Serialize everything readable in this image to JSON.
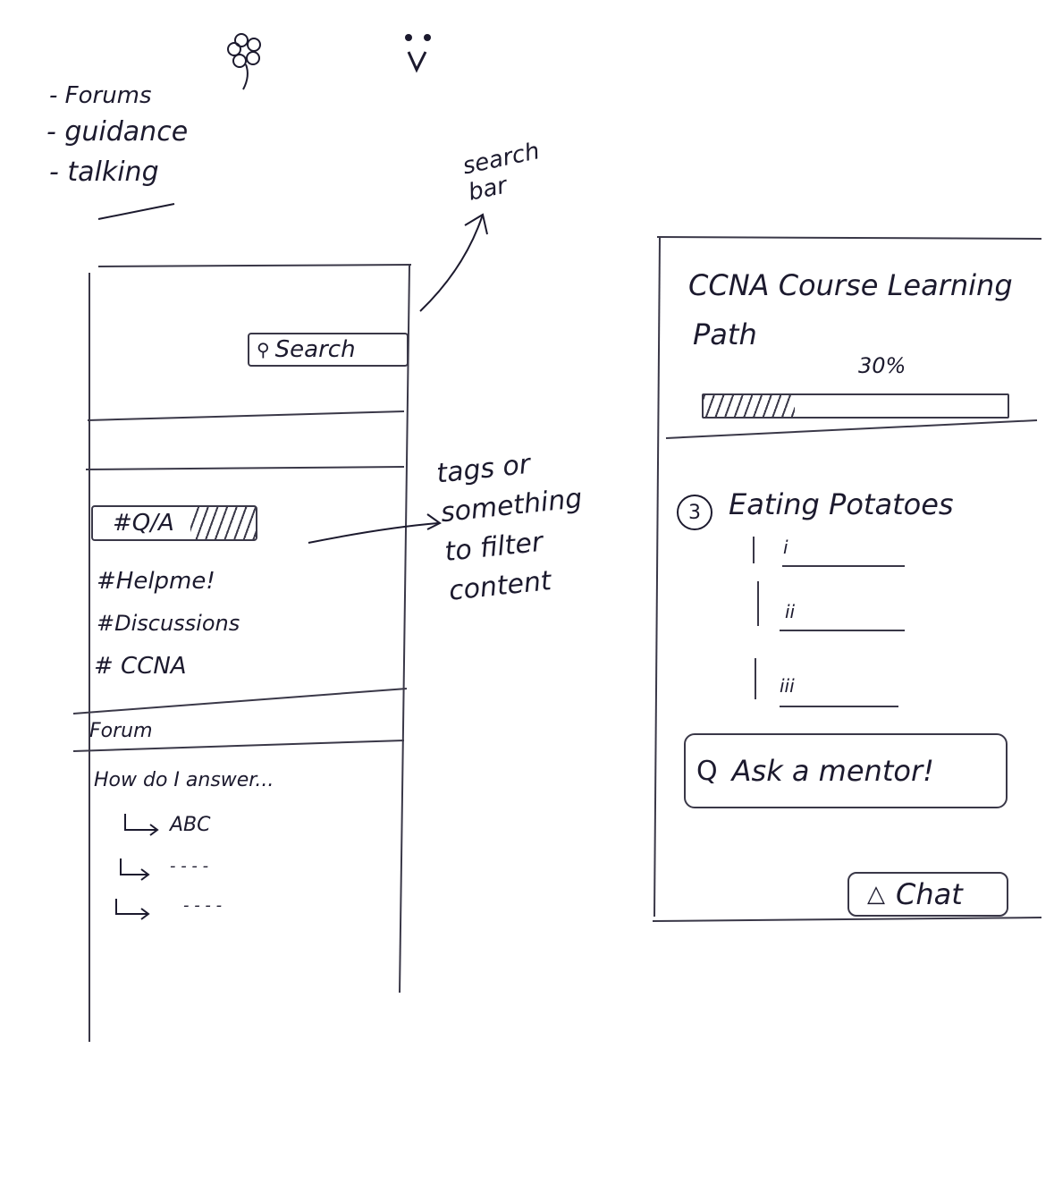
{
  "notes": {
    "items": [
      "- Forums",
      "- guidance",
      "- talking"
    ],
    "search_annotation": "search bar",
    "tags_annotation": [
      "tags or",
      "something",
      "to filter",
      "content"
    ]
  },
  "left_screen": {
    "search_label": "Search",
    "tags": [
      "#Q/A",
      "#Helpme!",
      "#Discussions",
      "# CCNA"
    ],
    "forum_header": "Forum",
    "thread_title": "How do I answer...",
    "replies": [
      "ABC",
      "- - - -",
      "- - - -"
    ]
  },
  "right_screen": {
    "title_line1": "CCNA Course Learning",
    "title_line2": "Path",
    "progress_label": "30%",
    "progress_value": 0.3,
    "module_number": "3",
    "module_title": "Eating Potatoes",
    "lessons": [
      "i",
      "ii",
      "iii"
    ],
    "ask_mentor_label": "Ask a mentor!",
    "ask_mentor_icon": "Q",
    "chat_label": "Chat"
  },
  "colors": {
    "ink": "#1c1a2e",
    "paper": "#ffffff"
  }
}
